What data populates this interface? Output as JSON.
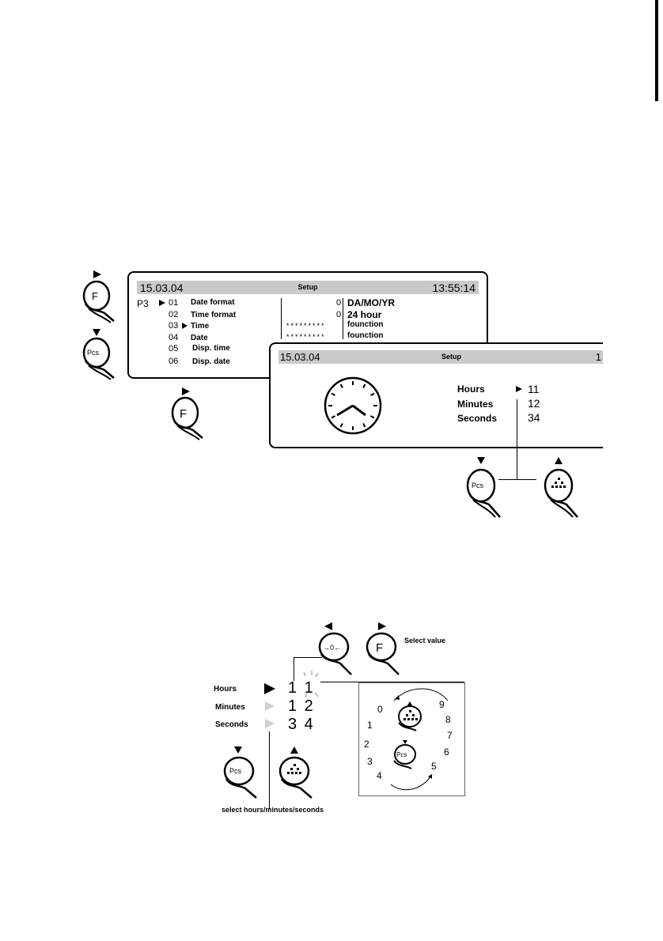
{
  "screen1": {
    "date": "15.03.04",
    "title": "Setup",
    "time": "13:55:14",
    "group": "P3",
    "rows": [
      {
        "num": "01",
        "label": "Date format",
        "value": "0",
        "setting": "DA/MO/YR"
      },
      {
        "num": "02",
        "label": "Time format",
        "value": "0",
        "setting": "24 hour"
      },
      {
        "num": "03",
        "label": "Time",
        "value": "*********",
        "setting": "founction"
      },
      {
        "num": "04",
        "label": "Date",
        "value": "*********",
        "setting": "founction"
      },
      {
        "num": "05",
        "label": "Disp. time"
      },
      {
        "num": "06",
        "label": "Disp. date"
      }
    ]
  },
  "screen2": {
    "date": "15.03.04",
    "title": "Setup",
    "time_partial": "1",
    "labels": {
      "hours": "Hours",
      "minutes": "Minutes",
      "seconds": "Seconds"
    },
    "values": {
      "hours": "11",
      "minutes": "12",
      "seconds": "34"
    }
  },
  "keys": {
    "f": "F",
    "pcs": "Pcs",
    "zero": "→0←"
  },
  "bottom": {
    "select_value": "Select value",
    "hours_label": "Hours",
    "minutes_label": "Minutes",
    "seconds_label": "Seconds",
    "hours_value": "1 1",
    "minutes_value": "1 2",
    "seconds_value": "3 4",
    "caption": "select hours/minutes/seconds",
    "digits": [
      "0",
      "1",
      "2",
      "3",
      "4",
      "5",
      "6",
      "7",
      "8",
      "9"
    ]
  }
}
